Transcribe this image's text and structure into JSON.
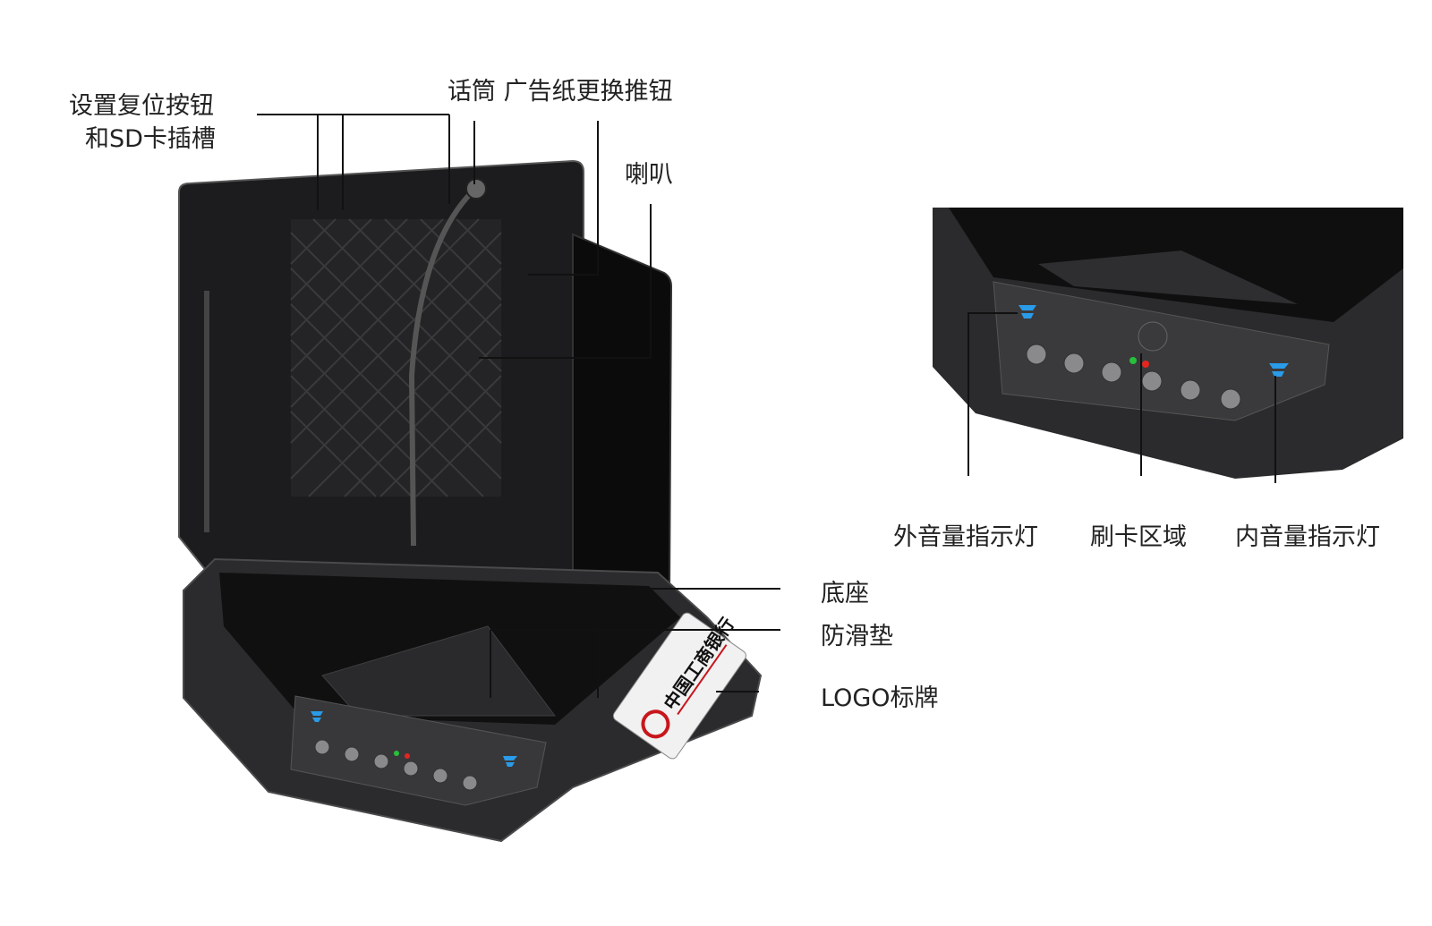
{
  "labels": {
    "reset_sd_line1": "设置复位按钮",
    "reset_sd_line2": "和SD卡插槽",
    "mic_and_paper": "话筒 广告纸更换推钮",
    "speaker": "喇叭",
    "base": "底座",
    "anti_slip_pad": "防滑垫",
    "logo_plate": "LOGO标牌",
    "outer_volume_indicator": "外音量指示灯",
    "card_area": "刷卡区域",
    "inner_volume_indicator": "内音量指示灯"
  },
  "logo_plate_text": "中国工商银行",
  "colors": {
    "device_body": "#2b2b2d",
    "device_dark": "#121213",
    "indicator_blue": "#2a9be8",
    "logo_red": "#c8161d",
    "led_green": "#27c03a",
    "led_red": "#e52520"
  }
}
